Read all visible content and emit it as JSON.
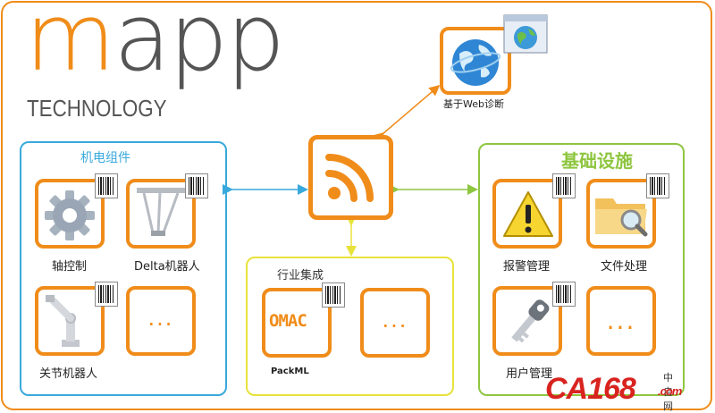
{
  "logo": {
    "main_m": "m",
    "main_rest": "app",
    "sub": "TECHNOLOGY"
  },
  "groups": {
    "mechatronics": {
      "title": "机电组件"
    },
    "industry": {
      "title": "行业集成"
    },
    "infrastructure": {
      "title": "基础设施"
    }
  },
  "nodes": {
    "web": {
      "label": "基于Web诊断",
      "icon": "globe-icon"
    },
    "rss": {
      "icon": "rss-icon"
    },
    "axis": {
      "label": "轴控制",
      "icon": "gear-icon"
    },
    "delta": {
      "label": "Delta机器人",
      "icon": "delta-robot-icon"
    },
    "joint": {
      "label": "关节机器人",
      "icon": "robot-arm-icon"
    },
    "mech_more": {
      "text": "..."
    },
    "omac": {
      "logo_text": "OMAC",
      "label": "PackML"
    },
    "ind_more": {
      "text": "..."
    },
    "alarm": {
      "label": "报警管理",
      "icon": "warning-icon"
    },
    "file": {
      "label": "文件处理",
      "icon": "folder-search-icon"
    },
    "user": {
      "label": "用户管理",
      "icon": "key-icon"
    },
    "infra_more": {
      "text": "..."
    }
  },
  "watermark": {
    "main": "CA168",
    "sub": "中自网",
    "domain": ".com"
  },
  "colors": {
    "orange": "#f08c1a",
    "blue": "#39a9dc",
    "green": "#8ec640",
    "yellow": "#e8e23a"
  }
}
